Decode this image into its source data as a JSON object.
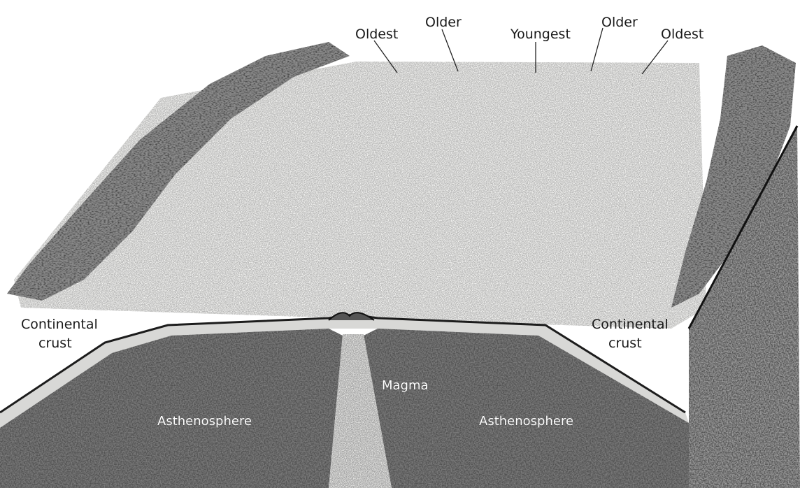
{
  "age_labels": {
    "left_outer": "Oldest",
    "left_inner": "Older",
    "center": "Youngest",
    "right_inner": "Older",
    "right_outer": "Oldest"
  },
  "crust_labels": {
    "left_line1": "Continental",
    "left_line2": "crust",
    "right_line1": "Continental",
    "right_line2": "crust"
  },
  "interior_labels": {
    "magma": "Magma",
    "asthenosphere_left": "Asthenosphere",
    "asthenosphere_right": "Asthenosphere"
  }
}
